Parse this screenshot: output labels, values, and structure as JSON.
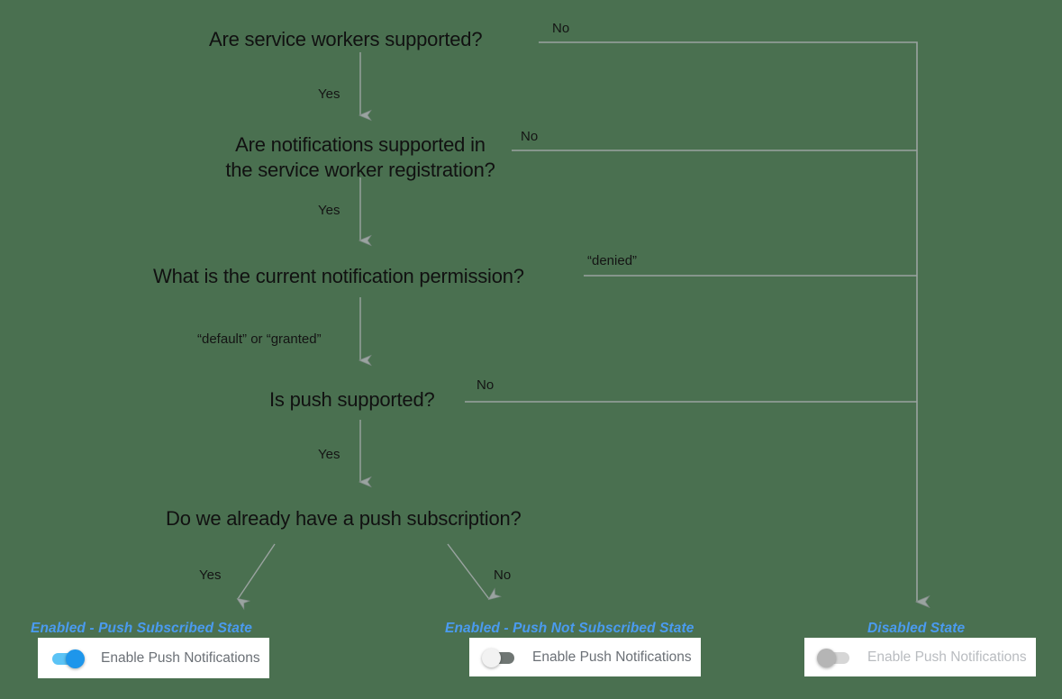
{
  "theme": {
    "background": "#4a7050",
    "node_text": "#111111",
    "edge_line": "#9aa3a0",
    "state_label": "#4a9bf0",
    "card_background": "#ffffff",
    "toggle_on_track": "#5bc3f5",
    "toggle_on_knob": "#1e96eb",
    "toggle_off_track": "#6f7673",
    "toggle_off_knob": "#f2f2f2",
    "toggle_disabled_track": "#d6d6d6",
    "toggle_disabled_knob": "#b5b5b5"
  },
  "diagram": {
    "type": "flowchart",
    "title": "Push notification enablement decision flow",
    "nodes": [
      {
        "id": "service-workers",
        "text": "Are service workers supported?"
      },
      {
        "id": "notifications-in-sw",
        "line1": "Are notifications supported in",
        "line2": "the service worker registration?"
      },
      {
        "id": "notification-permission",
        "text": "What is the current notification permission?"
      },
      {
        "id": "push-supported",
        "text": "Is push supported?"
      },
      {
        "id": "existing-subscription",
        "text": "Do we already have a push subscription?"
      }
    ],
    "edge_labels": {
      "no_1": "No",
      "yes_1": "Yes",
      "no_2": "No",
      "yes_2": "Yes",
      "denied": "“denied”",
      "default_or_granted": "“default” or “granted”",
      "no_3": "No",
      "yes_3": "Yes",
      "yes_final": "Yes",
      "no_final": "No"
    }
  },
  "outcomes": [
    {
      "id": "enabled-push-subscribed",
      "label": "Enabled - Push Subscribed State",
      "toggle_state": "on",
      "toggle_label": "Enable Push Notifications"
    },
    {
      "id": "enabled-push-not-subscribed",
      "label": "Enabled - Push Not Subscribed State",
      "toggle_state": "off",
      "toggle_label": "Enable Push Notifications"
    },
    {
      "id": "disabled",
      "label": "Disabled State",
      "toggle_state": "disabled",
      "toggle_label": "Enable Push Notifications"
    }
  ]
}
